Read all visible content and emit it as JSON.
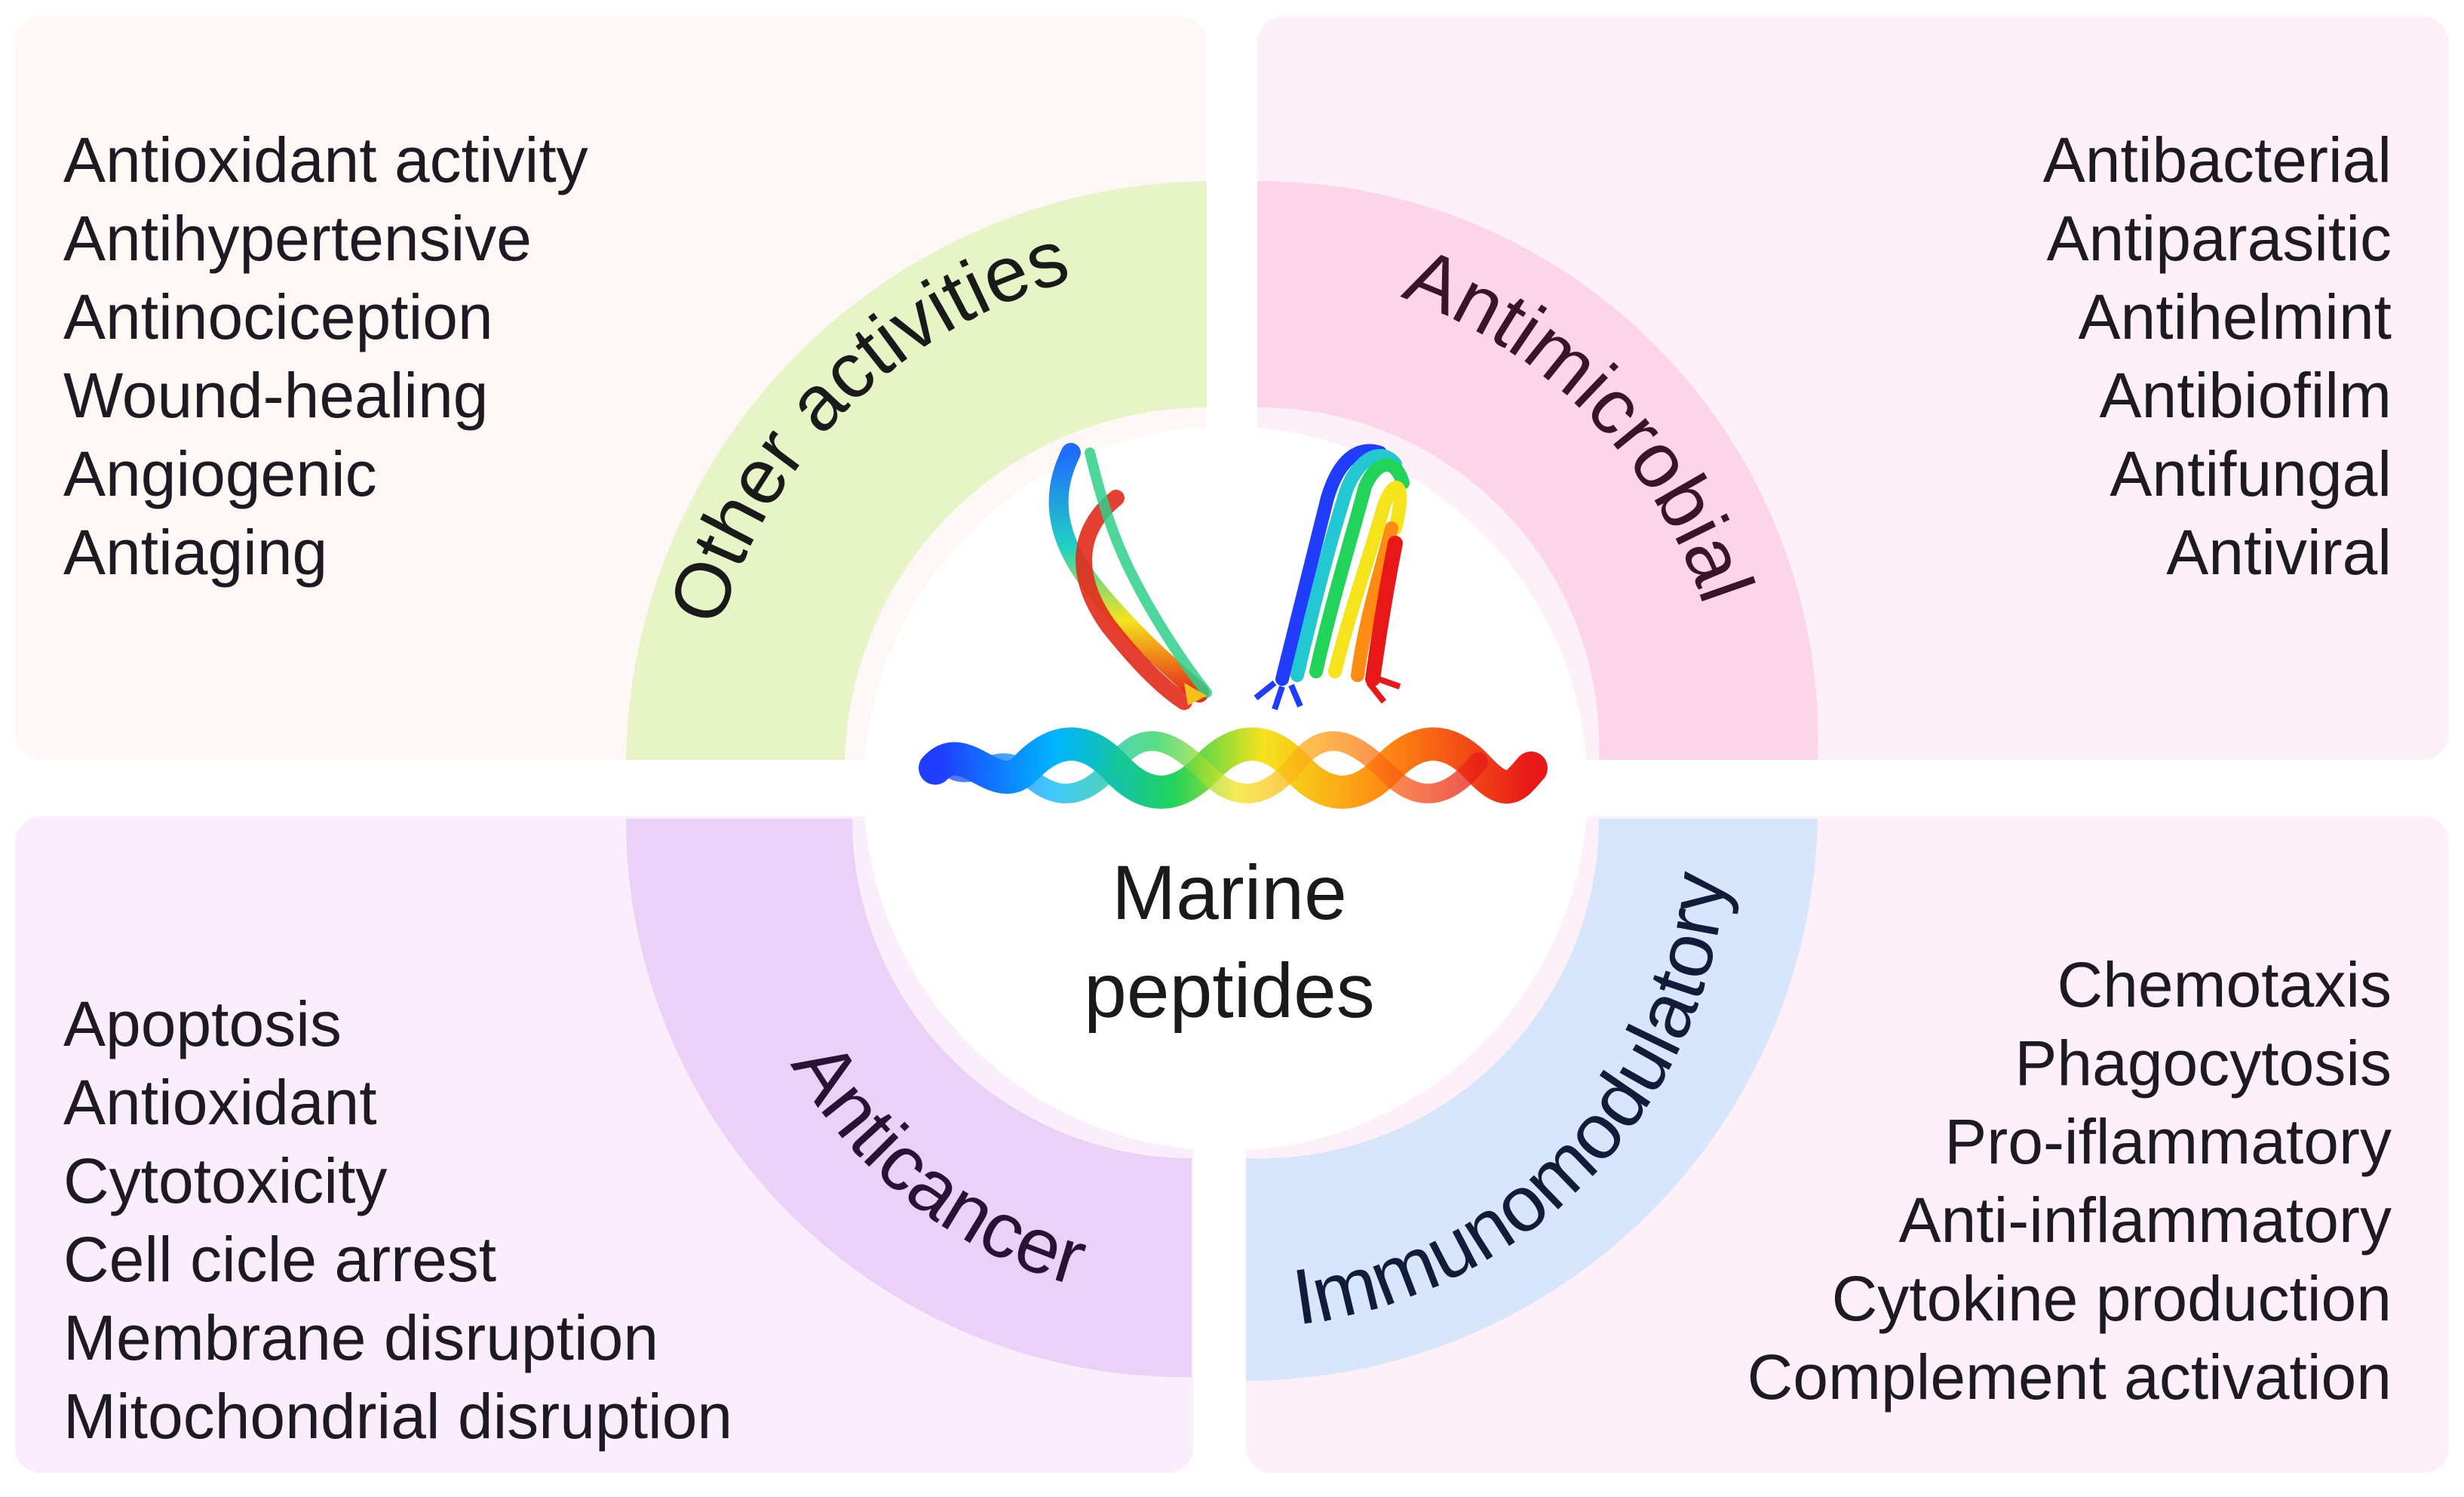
{
  "center": {
    "line1": "Marine",
    "line2": "peptides"
  },
  "quadrants": [
    {
      "id": "other",
      "label": "Other activities",
      "color": "#e6f4c6",
      "panel_color": "#fdf8f5",
      "label_color": "#1a1a1a",
      "items": [
        "Antioxidant activity",
        "Antihypertensive",
        "Antinociception",
        "Wound-healing",
        "Angiogenic",
        "Antiaging"
      ]
    },
    {
      "id": "antimicrobial",
      "label": "Antimicrobial",
      "color": "#fcd6e8",
      "panel_color": "#fdf0f7",
      "label_color": "#3a1428",
      "items": [
        "Antibacterial",
        "Antiparasitic",
        "Antihelmint",
        "Antibiofilm",
        "Antifungal",
        "Antiviral"
      ]
    },
    {
      "id": "anticancer",
      "label": "Anticancer",
      "color": "#ebd1f7",
      "panel_color": "#fbeefc",
      "label_color": "#2a1235",
      "items": [
        "Apoptosis",
        "Antioxidant",
        "Cytotoxicity",
        "Cell cicle arrest",
        "Membrane disruption",
        "Mitochondrial disruption"
      ]
    },
    {
      "id": "immunomodulatory",
      "label": "Immunomodulatory",
      "color": "#d7e6fb",
      "panel_color": "#fdf0f9",
      "label_color": "#121c3a",
      "items": [
        "Chemotaxis",
        "Phagocytosis",
        "Pro-iflammatory",
        "Anti-inflammatory",
        "Cytokine production",
        "Complement activation"
      ]
    }
  ]
}
